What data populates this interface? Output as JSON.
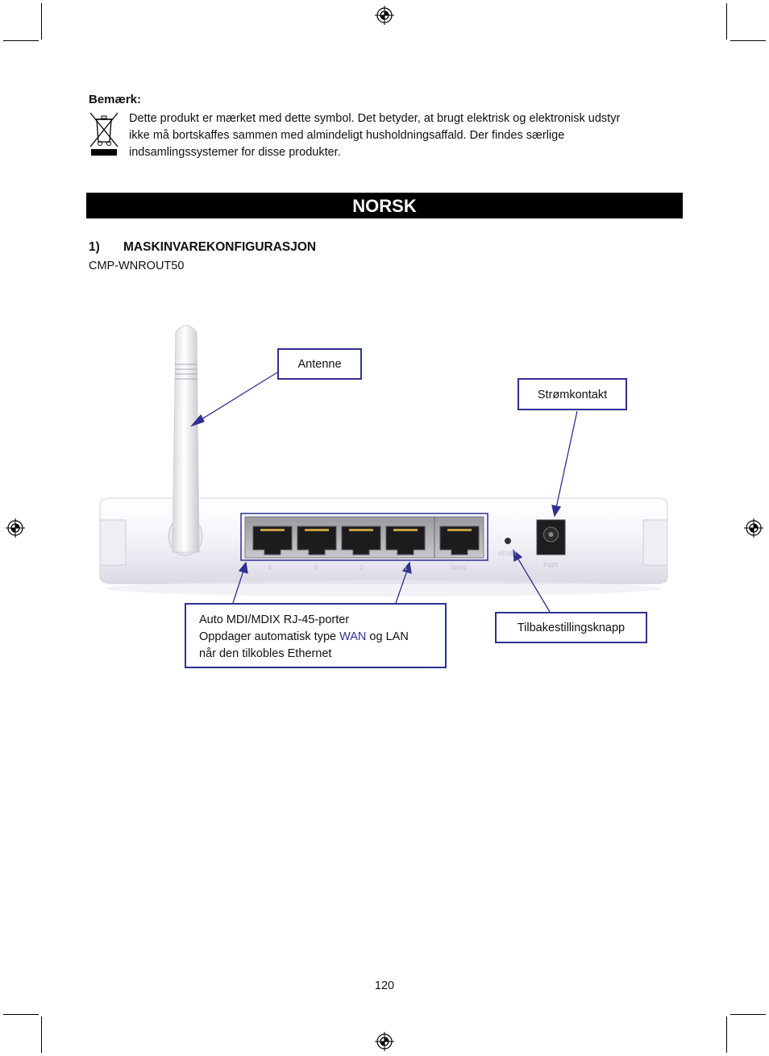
{
  "note": {
    "title": "Bemærk:",
    "lines": [
      "Dette produkt er mærket med dette symbol. Det betyder, at brugt elektrisk og elektronisk udstyr",
      "ikke må bortskaffes sammen med almindeligt husholdningsaffald. Der findes særlige",
      "indsamlingssystemer for disse produkter."
    ],
    "icon": "crossed-out-wheelie-bin-icon"
  },
  "banner": "NORSK",
  "section": {
    "number": "1)",
    "title": "MASKINVAREKONFIGURASJON"
  },
  "model": "CMP-WNROUT50",
  "labels": {
    "antenne": "Antenne",
    "strom": "Strømkontakt",
    "tilbake": "Tilbakestillingsknapp",
    "ports_line1": "Auto MDI/MDIX RJ-45-porter",
    "ports_line2_pre": "Oppdager automatisk type ",
    "ports_line2_wan": "WAN",
    "ports_line2_post": " og LAN",
    "ports_line3": "når den tilkobles Ethernet"
  },
  "router_print": {
    "ports": [
      "4",
      "3",
      "2",
      "1",
      "WAN"
    ],
    "reset": "RESET",
    "power": "PWR"
  },
  "page_number": "120",
  "colors": {
    "accent": "#2e3192",
    "banner_bg": "#000000"
  }
}
